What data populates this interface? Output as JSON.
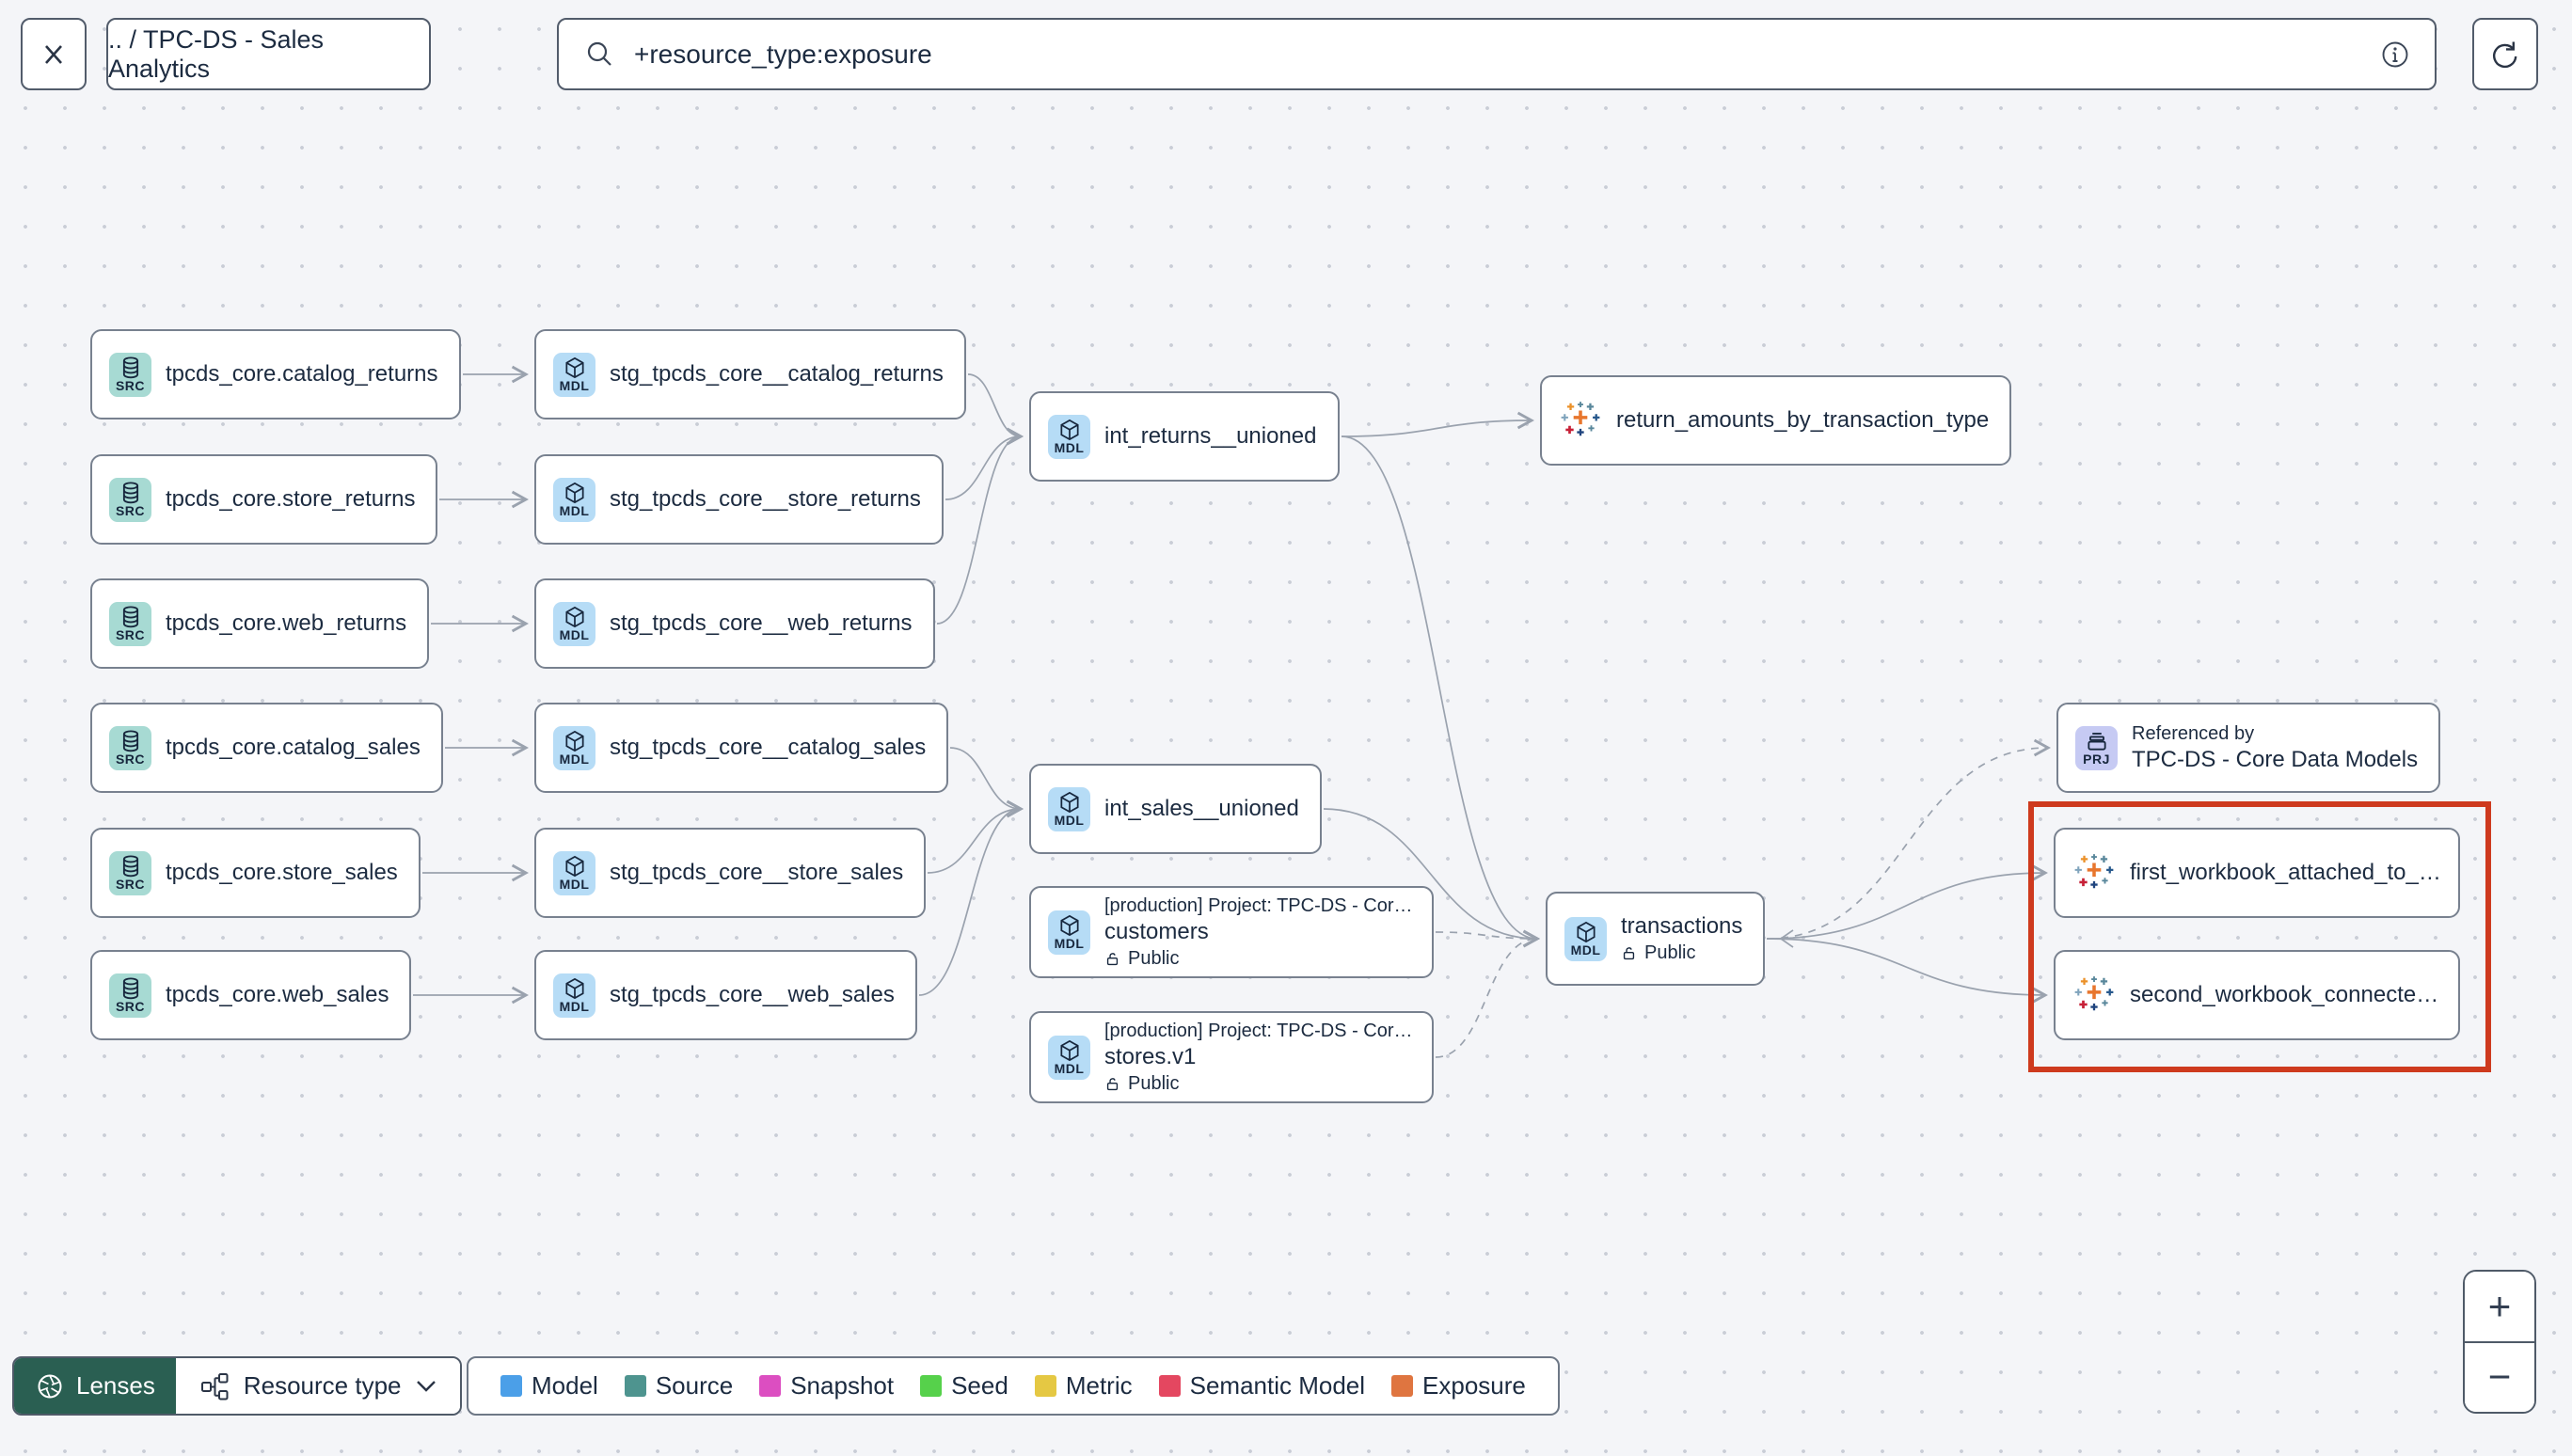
{
  "topbar": {
    "breadcrumb": ".. / TPC-DS - Sales Analytics",
    "search_value": "+resource_type:exposure"
  },
  "icons": {
    "close": "x-icon",
    "search": "magnifier-icon",
    "info": "info-circle-icon",
    "refresh": "refresh-arrow-icon",
    "lenses": "aperture-icon",
    "resource_type": "hierarchy-icon",
    "chevron": "chevron-down-icon",
    "source_badge": "database-icon",
    "model_badge": "cube-icon",
    "project_badge": "archive-box-icon",
    "exposure": "tableau-logo-icon",
    "visibility": "lock-open-icon"
  },
  "colors": {
    "highlight_box": "#CE3A1E",
    "lenses_green": "#2A5F52",
    "source_badge": "#A7DAD3",
    "model_badge": "#B6DCF6",
    "project_badge": "#C6CAF3",
    "edge": "#9AA2AE"
  },
  "nodes": [
    {
      "id": "src_catalog_returns",
      "type": "source",
      "badge": "SRC",
      "label": "tpcds_core.catalog_returns"
    },
    {
      "id": "src_store_returns",
      "type": "source",
      "badge": "SRC",
      "label": "tpcds_core.store_returns"
    },
    {
      "id": "src_web_returns",
      "type": "source",
      "badge": "SRC",
      "label": "tpcds_core.web_returns"
    },
    {
      "id": "src_catalog_sales",
      "type": "source",
      "badge": "SRC",
      "label": "tpcds_core.catalog_sales"
    },
    {
      "id": "src_store_sales",
      "type": "source",
      "badge": "SRC",
      "label": "tpcds_core.store_sales"
    },
    {
      "id": "src_web_sales",
      "type": "source",
      "badge": "SRC",
      "label": "tpcds_core.web_sales"
    },
    {
      "id": "stg_catalog_returns",
      "type": "model",
      "badge": "MDL",
      "label": "stg_tpcds_core__catalog_returns"
    },
    {
      "id": "stg_store_returns",
      "type": "model",
      "badge": "MDL",
      "label": "stg_tpcds_core__store_returns"
    },
    {
      "id": "stg_web_returns",
      "type": "model",
      "badge": "MDL",
      "label": "stg_tpcds_core__web_returns"
    },
    {
      "id": "stg_catalog_sales",
      "type": "model",
      "badge": "MDL",
      "label": "stg_tpcds_core__catalog_sales"
    },
    {
      "id": "stg_store_sales",
      "type": "model",
      "badge": "MDL",
      "label": "stg_tpcds_core__store_sales"
    },
    {
      "id": "stg_web_sales",
      "type": "model",
      "badge": "MDL",
      "label": "stg_tpcds_core__web_sales"
    },
    {
      "id": "int_returns",
      "type": "model",
      "badge": "MDL",
      "label": "int_returns__unioned"
    },
    {
      "id": "int_sales",
      "type": "model",
      "badge": "MDL",
      "label": "int_sales__unioned"
    },
    {
      "id": "customers",
      "type": "model",
      "badge": "MDL",
      "project_line": "[production] Project: TPC-DS - Core Data Mo…",
      "label": "customers",
      "visibility": "Public"
    },
    {
      "id": "stores",
      "type": "model",
      "badge": "MDL",
      "project_line": "[production] Project: TPC-DS - Core Data Mo…",
      "label": "stores.v1",
      "visibility": "Public"
    },
    {
      "id": "transactions",
      "type": "model",
      "badge": "MDL",
      "label": "transactions",
      "visibility": "Public"
    },
    {
      "id": "return_amounts",
      "type": "exposure",
      "label": "return_amounts_by_transaction_type"
    },
    {
      "id": "referenced_by",
      "type": "project",
      "badge": "PRJ",
      "project_line": "Referenced by",
      "label": "TPC-DS - Core Data Models"
    },
    {
      "id": "wb1",
      "type": "exposure",
      "label": "first_workbook_attached_to_tpc-ds_-_…"
    },
    {
      "id": "wb2",
      "type": "exposure",
      "label": "second_workbook_connected_to_live…"
    }
  ],
  "edges": [
    {
      "from": "src_catalog_returns",
      "to": "stg_catalog_returns",
      "dashed": false
    },
    {
      "from": "src_store_returns",
      "to": "stg_store_returns",
      "dashed": false
    },
    {
      "from": "src_web_returns",
      "to": "stg_web_returns",
      "dashed": false
    },
    {
      "from": "src_catalog_sales",
      "to": "stg_catalog_sales",
      "dashed": false
    },
    {
      "from": "src_store_sales",
      "to": "stg_store_sales",
      "dashed": false
    },
    {
      "from": "src_web_sales",
      "to": "stg_web_sales",
      "dashed": false
    },
    {
      "from": "stg_catalog_returns",
      "to": "int_returns",
      "dashed": false
    },
    {
      "from": "stg_store_returns",
      "to": "int_returns",
      "dashed": false
    },
    {
      "from": "stg_web_returns",
      "to": "int_returns",
      "dashed": false
    },
    {
      "from": "stg_catalog_sales",
      "to": "int_sales",
      "dashed": false
    },
    {
      "from": "stg_store_sales",
      "to": "int_sales",
      "dashed": false
    },
    {
      "from": "stg_web_sales",
      "to": "int_sales",
      "dashed": false
    },
    {
      "from": "int_returns",
      "to": "return_amounts",
      "dashed": false
    },
    {
      "from": "int_returns",
      "to": "transactions",
      "dashed": false
    },
    {
      "from": "int_sales",
      "to": "transactions",
      "dashed": false
    },
    {
      "from": "customers",
      "to": "transactions",
      "dashed": true
    },
    {
      "from": "stores",
      "to": "transactions",
      "dashed": true
    },
    {
      "from": "transactions",
      "to": "referenced_by",
      "dashed": true
    },
    {
      "from": "transactions",
      "to": "wb1",
      "dashed": false
    },
    {
      "from": "transactions",
      "to": "wb2",
      "dashed": false
    }
  ],
  "footer": {
    "lenses_label": "Lenses",
    "resource_type_label": "Resource type",
    "legend": [
      {
        "label": "Model",
        "color": "#4B9FE8"
      },
      {
        "label": "Source",
        "color": "#4E948F"
      },
      {
        "label": "Snapshot",
        "color": "#DC4EC1"
      },
      {
        "label": "Seed",
        "color": "#56D14B"
      },
      {
        "label": "Metric",
        "color": "#E5C843"
      },
      {
        "label": "Semantic Model",
        "color": "#E44760"
      },
      {
        "label": "Exposure",
        "color": "#DF7540"
      }
    ]
  },
  "zoom_controls": {
    "zoom_in": "+",
    "zoom_out": "−"
  }
}
